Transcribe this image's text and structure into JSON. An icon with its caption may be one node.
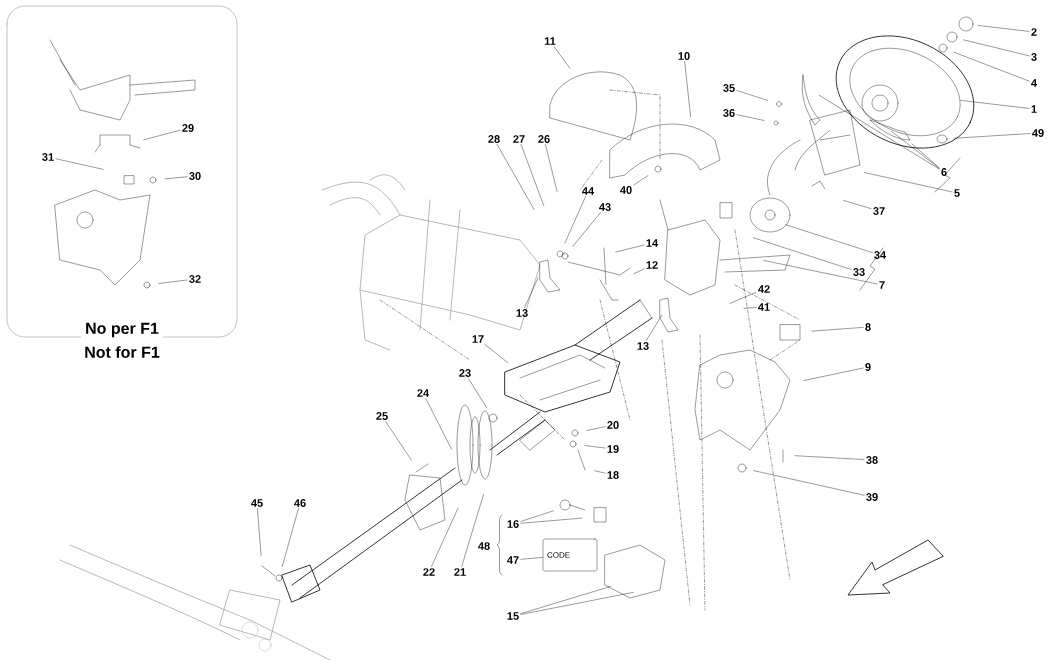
{
  "diagram": {
    "nodes": [
      {
        "text": [
          "No per F1",
          "Not for F1"
        ]
      },
      {
        "text": [
          "29"
        ],
        "in": 0
      },
      {
        "text": [
          "31"
        ],
        "in": 0
      },
      {
        "text": [
          "30"
        ],
        "in": 0
      },
      {
        "text": [
          "32"
        ],
        "in": 0
      },
      {
        "text": [
          "11"
        ]
      },
      {
        "text": [
          "10"
        ]
      },
      {
        "text": [
          "2"
        ]
      },
      {
        "text": [
          "3"
        ]
      },
      {
        "text": [
          "4"
        ]
      },
      {
        "text": [
          "1"
        ]
      },
      {
        "text": [
          "49"
        ]
      },
      {
        "text": [
          "35"
        ]
      },
      {
        "text": [
          "36"
        ]
      },
      {
        "text": [
          "6"
        ]
      },
      {
        "text": [
          "5"
        ]
      },
      {
        "text": [
          "37"
        ]
      },
      {
        "text": [
          "28"
        ]
      },
      {
        "text": [
          "27"
        ]
      },
      {
        "text": [
          "26"
        ]
      },
      {
        "text": [
          "40"
        ]
      },
      {
        "text": [
          "44"
        ]
      },
      {
        "text": [
          "43"
        ]
      },
      {
        "text": [
          "14"
        ]
      },
      {
        "text": [
          "12"
        ]
      },
      {
        "text": [
          "34"
        ]
      },
      {
        "text": [
          "33"
        ]
      },
      {
        "text": [
          "7"
        ]
      },
      {
        "text": [
          "42"
        ]
      },
      {
        "text": [
          "41"
        ]
      },
      {
        "text": [
          "13"
        ]
      },
      {
        "text": [
          "13"
        ]
      },
      {
        "text": [
          "8"
        ]
      },
      {
        "text": [
          "9"
        ]
      },
      {
        "text": [
          "17"
        ]
      },
      {
        "text": [
          "23"
        ]
      },
      {
        "text": [
          "24"
        ]
      },
      {
        "text": [
          "25"
        ]
      },
      {
        "text": [
          "20"
        ]
      },
      {
        "text": [
          "19"
        ]
      },
      {
        "text": [
          "18"
        ]
      },
      {
        "text": [
          "38"
        ]
      },
      {
        "text": [
          "39"
        ]
      },
      {
        "text": [
          "16"
        ]
      },
      {
        "text": [
          "48"
        ]
      },
      {
        "text": [
          "47"
        ]
      },
      {
        "text": [
          "45"
        ]
      },
      {
        "text": [
          "46"
        ]
      },
      {
        "text": [
          "22"
        ]
      },
      {
        "text": [
          "21"
        ]
      },
      {
        "text": [
          "15"
        ]
      },
      {
        "text": [
          "CODE"
        ]
      }
    ],
    "edges": [
      {
        "from": 1,
        "to": null,
        "arrow": "none"
      },
      {
        "from": 2,
        "to": null,
        "arrow": "none"
      },
      {
        "from": 3,
        "to": null,
        "arrow": "none"
      },
      {
        "from": 4,
        "to": null,
        "arrow": "none"
      },
      {
        "from": 5,
        "to": null,
        "arrow": "none"
      },
      {
        "from": 6,
        "to": null,
        "arrow": "none"
      },
      {
        "from": 7,
        "to": null,
        "arrow": "none"
      },
      {
        "from": 8,
        "to": null,
        "arrow": "none"
      },
      {
        "from": 9,
        "to": null,
        "arrow": "none"
      },
      {
        "from": 10,
        "to": null,
        "arrow": "none"
      },
      {
        "from": 11,
        "to": null,
        "arrow": "none"
      },
      {
        "from": 12,
        "to": null,
        "arrow": "none"
      },
      {
        "from": 13,
        "to": null,
        "arrow": "none"
      },
      {
        "from": 14,
        "to": null,
        "arrow": "none"
      },
      {
        "from": 14,
        "to": null,
        "arrow": "none"
      },
      {
        "from": 14,
        "to": null,
        "arrow": "none"
      },
      {
        "from": 15,
        "to": null,
        "arrow": "none"
      },
      {
        "from": 16,
        "to": null,
        "arrow": "none"
      },
      {
        "from": 17,
        "to": null,
        "arrow": "none"
      },
      {
        "from": 18,
        "to": null,
        "arrow": "none"
      },
      {
        "from": 19,
        "to": null,
        "arrow": "none"
      },
      {
        "from": 20,
        "to": null,
        "arrow": "none"
      },
      {
        "from": 21,
        "to": null,
        "arrow": "none"
      },
      {
        "from": 22,
        "to": null,
        "arrow": "none"
      },
      {
        "from": 23,
        "to": null,
        "arrow": "none"
      },
      {
        "from": 24,
        "to": null,
        "arrow": "none"
      },
      {
        "from": 25,
        "to": null,
        "arrow": "none"
      },
      {
        "from": 26,
        "to": null,
        "arrow": "none"
      },
      {
        "from": 27,
        "to": null,
        "arrow": "none"
      },
      {
        "from": 28,
        "to": null,
        "arrow": "none"
      },
      {
        "from": 29,
        "to": null,
        "arrow": "none"
      },
      {
        "from": 30,
        "to": null,
        "arrow": "none"
      },
      {
        "from": 31,
        "to": null,
        "arrow": "none"
      },
      {
        "from": 32,
        "to": null,
        "arrow": "none"
      },
      {
        "from": 33,
        "to": null,
        "arrow": "none"
      },
      {
        "from": 34,
        "to": null,
        "arrow": "none"
      },
      {
        "from": 35,
        "to": null,
        "arrow": "none"
      },
      {
        "from": 36,
        "to": null,
        "arrow": "none"
      },
      {
        "from": 37,
        "to": null,
        "arrow": "none"
      },
      {
        "from": 38,
        "to": null,
        "arrow": "none"
      },
      {
        "from": 39,
        "to": null,
        "arrow": "none"
      },
      {
        "from": 40,
        "to": null,
        "arrow": "none"
      },
      {
        "from": 41,
        "to": null,
        "arrow": "none"
      },
      {
        "from": 42,
        "to": null,
        "arrow": "none"
      },
      {
        "from": 43,
        "to": null,
        "arrow": "none"
      },
      {
        "from": 43,
        "to": null,
        "arrow": "none"
      },
      {
        "from": 45,
        "to": 51,
        "arrow": "none"
      },
      {
        "from": 46,
        "to": null,
        "arrow": "none"
      },
      {
        "from": 47,
        "to": null,
        "arrow": "none"
      },
      {
        "from": 48,
        "to": null,
        "arrow": "none"
      },
      {
        "from": 49,
        "to": null,
        "arrow": "none"
      },
      {
        "from": 50,
        "to": null,
        "arrow": "none"
      },
      {
        "from": 50,
        "to": null,
        "arrow": "none"
      }
    ]
  }
}
